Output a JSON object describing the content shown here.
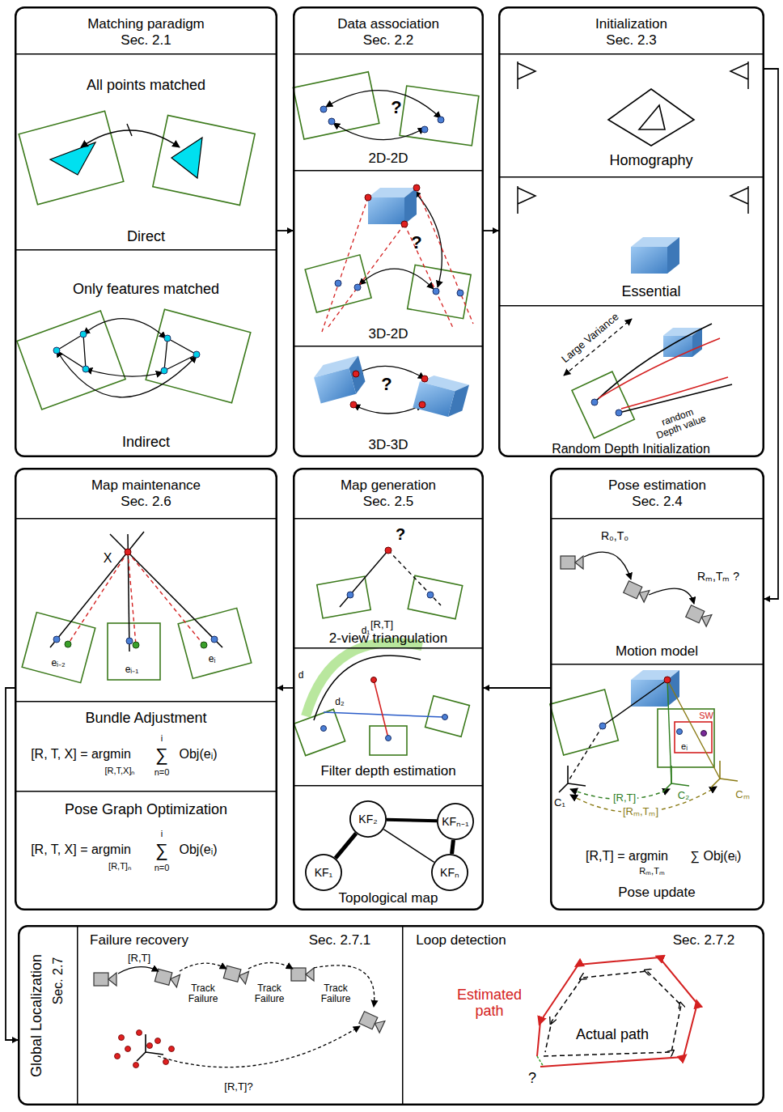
{
  "diagram": {
    "nodes": [
      {
        "text": [
          "Matching paradigm",
          "Sec. 2.1"
        ]
      },
      {
        "text": [
          "All points matched",
          "Direct"
        ],
        "in": 0
      },
      {
        "text": [
          "Only features matched",
          "Indirect"
        ],
        "in": 0
      },
      {
        "text": [
          "Data association",
          "Sec. 2.2"
        ]
      },
      {
        "text": [
          "?",
          "2D-2D"
        ],
        "in": 3
      },
      {
        "text": [
          "?",
          "3D-2D"
        ],
        "in": 3
      },
      {
        "text": [
          "?",
          "3D-3D"
        ],
        "in": 3
      },
      {
        "text": [
          "Initialization",
          "Sec. 2.3"
        ]
      },
      {
        "text": [
          "Homography"
        ],
        "in": 7
      },
      {
        "text": [
          "Essential"
        ],
        "in": 7
      },
      {
        "text": [
          "Large Variance",
          "random Depth value",
          "Random Depth Initialization"
        ],
        "in": 7
      },
      {
        "text": [
          "Pose estimation",
          "Sec. 2.4"
        ]
      },
      {
        "text": [
          "R₀,T₀",
          "Rₘ,Tₘ ?",
          "Motion model"
        ],
        "in": 11
      },
      {
        "text": [
          "SW",
          "eᵢ",
          "C₁",
          "C₂",
          "Cₘ",
          "[R,T]",
          "[Rₘ,Tₘ]",
          "[R,T] = argmin",
          "Rₘ,Tₘ",
          "∑ Obj(eᵢ)",
          "Pose update"
        ],
        "in": 11
      },
      {
        "text": [
          "Map generation",
          "Sec. 2.5"
        ]
      },
      {
        "text": [
          "?",
          "[R,T]",
          "2-view triangulation"
        ],
        "in": 14
      },
      {
        "text": [
          "d",
          "d₁",
          "d₂",
          "Filter depth estimation"
        ],
        "in": 14
      },
      {
        "text": [
          "Topological map"
        ],
        "in": 14
      },
      {
        "text": [
          "KF₁"
        ],
        "in": 17
      },
      {
        "text": [
          "KF₂"
        ],
        "in": 17
      },
      {
        "text": [
          "KFₙ₋₁"
        ],
        "in": 17
      },
      {
        "text": [
          "KFₙ"
        ],
        "in": 17
      },
      {
        "text": [
          "Map maintenance",
          "Sec. 2.6"
        ]
      },
      {
        "text": [
          "X",
          "eᵢ₋₂",
          "eᵢ₋₁",
          "eᵢ"
        ],
        "in": 22
      },
      {
        "text": [
          "Bundle Adjustment",
          "[R, T, X] = argmin",
          "∑",
          "i",
          "n=0",
          "Obj(eᵢ)",
          "[R,T,X]ₙ"
        ],
        "in": 22
      },
      {
        "text": [
          "Pose Graph Optimization",
          "[R, T, X] = argmin",
          "∑",
          "i",
          "n=0",
          "Obj(eᵢ)",
          "[R,T]ₙ"
        ],
        "in": 22
      },
      {
        "text": [
          "Global Localization",
          "Sec. 2.7"
        ]
      },
      {
        "text": [
          "Failure recovery",
          "Sec. 2.7.1",
          "[R,T]",
          "Track Failure",
          "Track Failure",
          "Track Failure",
          "[R,T]?"
        ],
        "in": 26
      },
      {
        "text": [
          "Loop detection",
          "Sec. 2.7.2",
          "Estimated path",
          "Actual path",
          "?"
        ],
        "in": 26
      }
    ],
    "edges": [
      {
        "from": 0,
        "to": 3,
        "arrow": "to"
      },
      {
        "from": 3,
        "to": 7,
        "arrow": "to"
      },
      {
        "from": 7,
        "to": 11,
        "arrow": "to"
      },
      {
        "from": 11,
        "to": 14,
        "arrow": "to"
      },
      {
        "from": 14,
        "to": 22,
        "arrow": "to"
      },
      {
        "from": 22,
        "to": 26,
        "arrow": "to"
      },
      {
        "from": 18,
        "to": 19,
        "arrow": "none"
      },
      {
        "from": 19,
        "to": 20,
        "arrow": "none"
      },
      {
        "from": 20,
        "to": 21,
        "arrow": "none"
      },
      {
        "from": 19,
        "to": 21,
        "arrow": "none"
      }
    ]
  }
}
